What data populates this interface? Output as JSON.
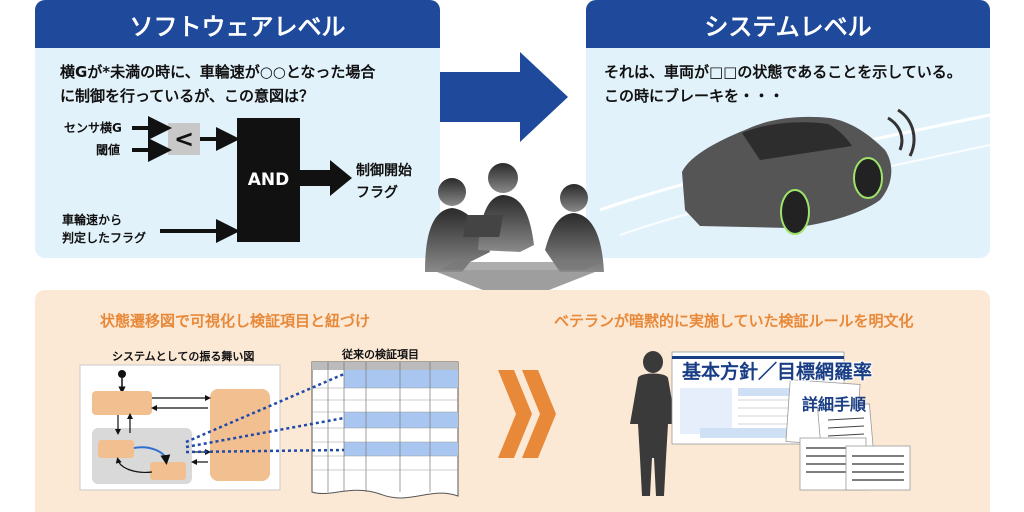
{
  "software_panel": {
    "title": "ソフトウェアレベル",
    "question_line1": "横Gが*未満の時に、車輪速が○○となった場合",
    "question_line2": "に制御を行っているが、この意図は？",
    "input_sensor": "センサ横G",
    "input_threshold": "閾値",
    "compare_op": "<",
    "gate": "AND",
    "input_wheel_line1": "車輪速から",
    "input_wheel_line2": "判定したフラグ",
    "output_line1": "制御開始",
    "output_line2": "フラグ"
  },
  "system_panel": {
    "title": "システムレベル",
    "text_line1": "それは、車両が□□の状態であることを示している。",
    "text_line2": "この時にブレーキを・・・"
  },
  "bottom_left": {
    "heading": "状態遷移図で可視化し検証項目と紐づけ",
    "diagram_label": "システムとしての振る舞い図",
    "table_label": "従来の検証項目"
  },
  "bottom_right": {
    "heading": "ベテランが暗黙的に実施していた検証ルールを明文化",
    "doc_title": "基本方針／目標網羅率",
    "doc_subtitle": "詳細手順"
  },
  "colors": {
    "header_blue": "#1f4a9c",
    "panel_bg": "#e2f2fb",
    "bottom_bg": "#fbe9d6",
    "heading_orange": "#e8893a",
    "state_fill": "#f2bf91",
    "link_dotted": "#1f4aa8"
  }
}
